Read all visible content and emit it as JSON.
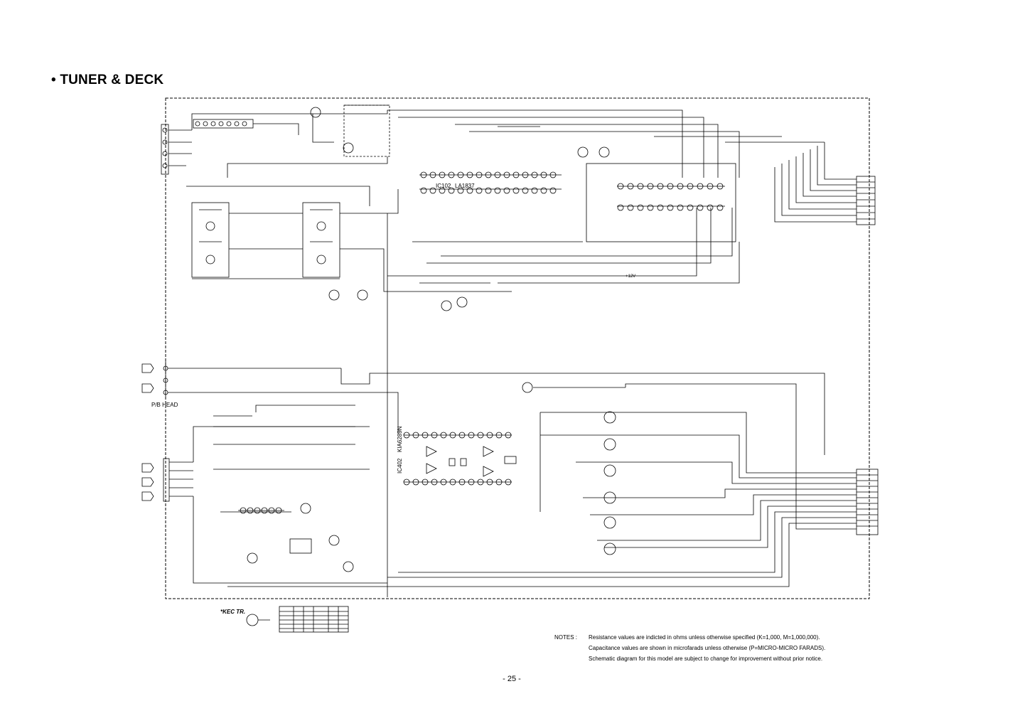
{
  "section_title": "• TUNER & DECK",
  "tuner": {
    "ic102_label": "IC102",
    "ic102_part": "LA1837",
    "supply_12v": "+12V"
  },
  "deck": {
    "ic402_label": "IC402",
    "ic402_part": "KIA6289N",
    "pb_head_label": "P/B HEAD"
  },
  "kec_table": {
    "label": "*KEC TR."
  },
  "notes": {
    "label": "NOTES :",
    "lines": [
      "Resistance values are indicted in ohms unless otherwise specified (K=1,000, M=1,000,000).",
      "Capacitance values are shown in microfarads unless otherwise (P=MICRO-MICRO FARADS).",
      "Schematic diagram for this model are subject to change for improvement without prior notice."
    ]
  },
  "page_number": "- 25 -"
}
